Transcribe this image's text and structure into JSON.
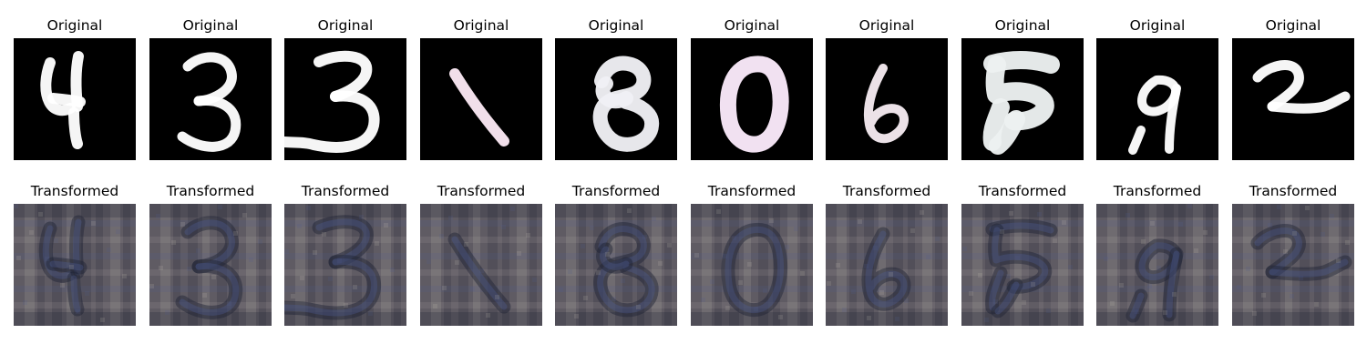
{
  "figure": {
    "rows": [
      {
        "name": "original",
        "label": "Original",
        "cells": [
          {
            "digit": "4",
            "color": "#ffffff"
          },
          {
            "digit": "3",
            "color": "#ffffff"
          },
          {
            "digit": "3",
            "color": "#ffffff"
          },
          {
            "digit": "1",
            "color": "#fbe8f4"
          },
          {
            "digit": "8",
            "color": "#f0f0f5"
          },
          {
            "digit": "0",
            "color": "#fbeafb"
          },
          {
            "digit": "6",
            "color": "#f5eaf0"
          },
          {
            "digit": "5",
            "color": "#edf1f1"
          },
          {
            "digit": "9",
            "color": "#ffffff"
          },
          {
            "digit": "2",
            "color": "#ffffff"
          }
        ]
      },
      {
        "name": "transformed",
        "label": "Transformed",
        "cells": [
          {
            "digit": "4"
          },
          {
            "digit": "3"
          },
          {
            "digit": "3"
          },
          {
            "digit": "1"
          },
          {
            "digit": "8"
          },
          {
            "digit": "0"
          },
          {
            "digit": "6"
          },
          {
            "digit": "5"
          },
          {
            "digit": "9"
          },
          {
            "digit": "2"
          }
        ]
      }
    ],
    "colors": {
      "background": "#ffffff",
      "image_background": "#000000",
      "transformed_base": "#5f5b63",
      "transformed_dark": "#1f2334",
      "transformed_blue": "#4e5b92",
      "transformed_light": "#c6c0b7"
    }
  }
}
